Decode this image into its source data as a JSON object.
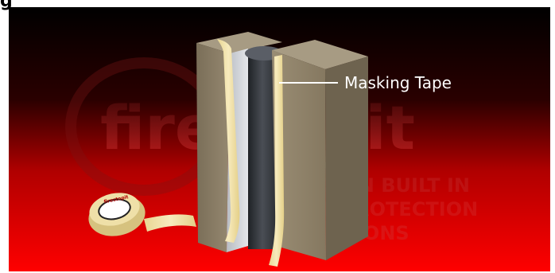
{
  "figure": {
    "label": "g"
  },
  "watermark": {
    "logo": "firestopit",
    "tagline": [
      "PROVEN BUILT IN",
      "FIRE PROTECTION",
      "SOLUTIONS"
    ]
  },
  "annotations": {
    "masking_tape": "Masking Tape"
  },
  "tape_roll": {
    "brand_mark": "firestopit"
  },
  "colors": {
    "background_top": "#000000",
    "background_bottom": "#ff0000",
    "block": "#8c7f66",
    "tape": "#f3e2a6",
    "pipe": "#3a3d42"
  }
}
